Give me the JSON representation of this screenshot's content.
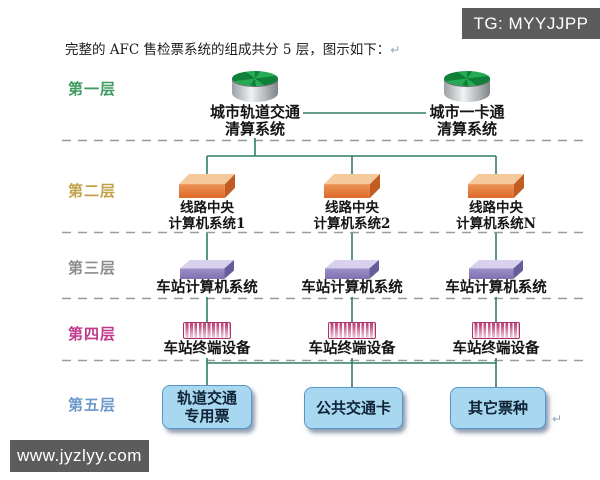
{
  "badges": {
    "tg": "TG: MYYJJPP",
    "watermark": "www.jyzlyy.com"
  },
  "intro": {
    "text": "完整的 AFC 售检票系统的组成共分 5 层，图示如下：",
    "return_mark": "↵"
  },
  "diagram": {
    "trailing_return_mark": "↵",
    "connector_color": "#2f7d68",
    "separator_color": "#9a9a9a",
    "layers": [
      {
        "label": "第一层",
        "label_color": "#3f9a5f",
        "icon": "database-cylinder-icon",
        "nodes": [
          "城市轨道交通\n清算系统",
          "城市一卡通\n清算系统"
        ]
      },
      {
        "label": "第二层",
        "label_color": "#c3a04a",
        "icon": "server-slab-icon",
        "nodes": [
          "线路中央\n计算机系统1",
          "线路中央\n计算机系统2",
          "线路中央\n计算机系统N"
        ]
      },
      {
        "label": "第三层",
        "label_color": "#8d8d8d",
        "icon": "computer-slab-icon",
        "nodes": [
          "车站计算机系统",
          "车站计算机系统",
          "车站计算机系统"
        ]
      },
      {
        "label": "第四层",
        "label_color": "#c03a8e",
        "icon": "terminal-device-icon",
        "nodes": [
          "车站终端设备",
          "车站终端设备",
          "车站终端设备"
        ]
      },
      {
        "label": "第五层",
        "label_color": "#6b99c9",
        "icon": "ticket-box",
        "nodes": [
          "轨道交通\n专用票",
          "公共交通卡",
          "其它票种"
        ]
      }
    ],
    "node_colors": {
      "cylinder_top": "#1d9a47",
      "layer2_slab": "#e87b3a",
      "layer3_slab": "#9a8cc4",
      "layer4_device": "#c04a7c",
      "layer5_box_fill": "#a8d8f0"
    }
  }
}
